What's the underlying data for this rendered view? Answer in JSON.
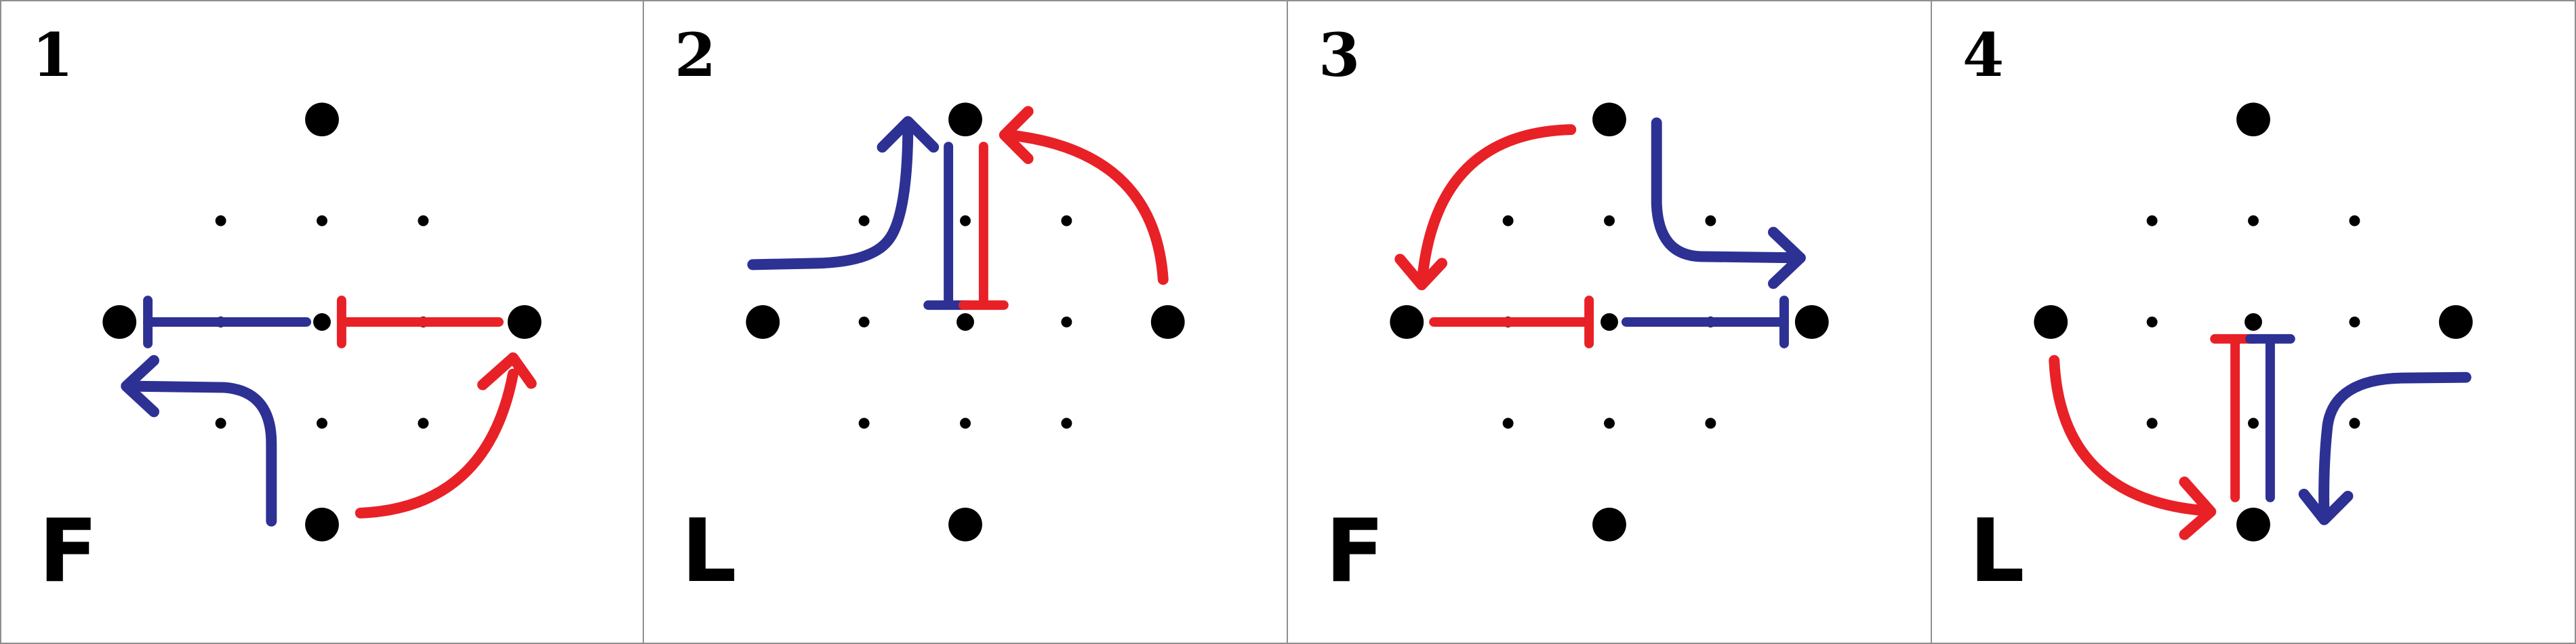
{
  "colors": {
    "red": "#e82127",
    "blue": "#2d3194",
    "border": "#8f8f8f",
    "dot": "#000000"
  },
  "panels": [
    {
      "number": "1",
      "corner": "F"
    },
    {
      "number": "2",
      "corner": "L"
    },
    {
      "number": "3",
      "corner": "F"
    },
    {
      "number": "4",
      "corner": "L"
    }
  ]
}
